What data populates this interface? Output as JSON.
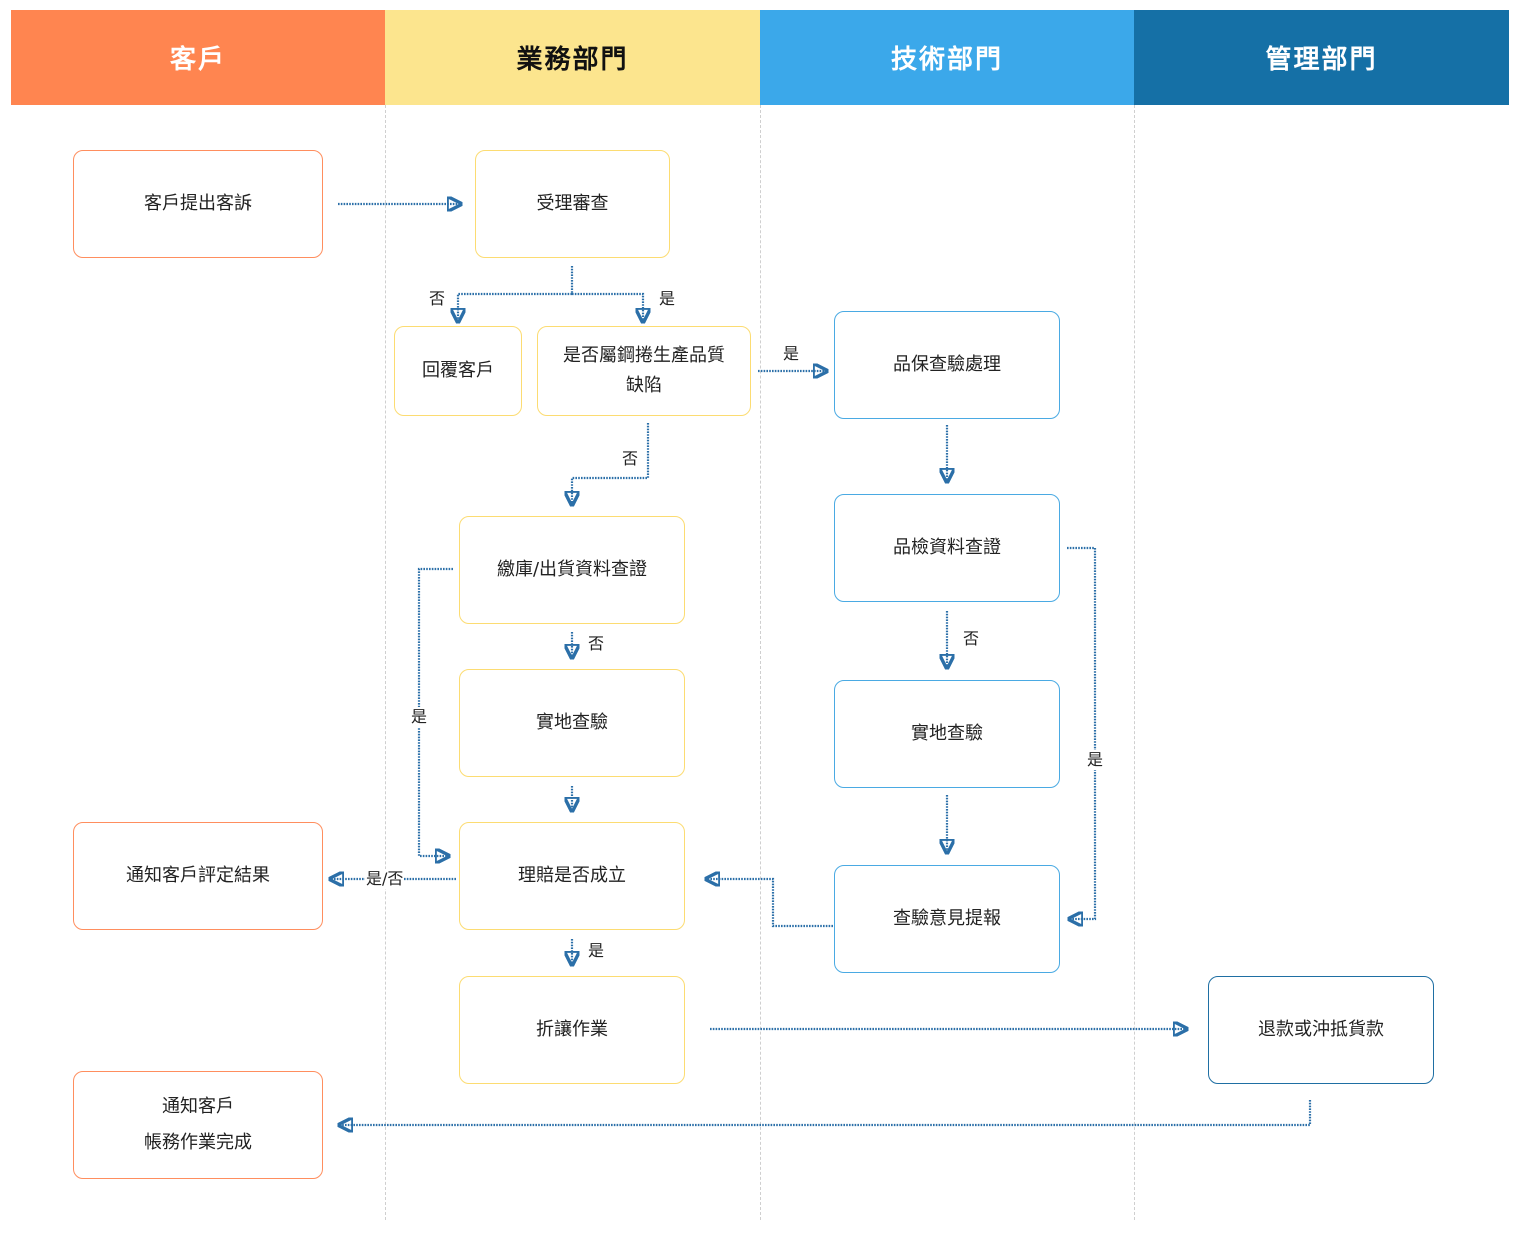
{
  "lanes": {
    "customer": "客戶",
    "business": "業務部門",
    "tech": "技術部門",
    "mgmt": "管理部門"
  },
  "nodes": {
    "complaint": "客戶提出客訴",
    "review": "受理審查",
    "reply": "回覆客戶",
    "defect_line1": "是否屬鋼捲生產品質",
    "defect_line2": "缺陷",
    "qa_process": "品保查驗處理",
    "qc_verify": "品檢資料查證",
    "storage_verify": "繳庫/出貨資料查證",
    "site_biz": "實地查驗",
    "site_tech": "實地查驗",
    "claim_valid": "理賠是否成立",
    "inspection_report": "查驗意見提報",
    "notify_result": "通知客戶評定結果",
    "discount": "折讓作業",
    "refund": "退款或沖抵貨款",
    "notify_done_line1": "通知客戶",
    "notify_done_line2": "帳務作業完成"
  },
  "edge_labels": {
    "review_no": "否",
    "review_yes": "是",
    "defect_yes": "是",
    "defect_no": "否",
    "storage_no": "否",
    "storage_yes": "是",
    "claim_yes_no": "是/否",
    "claim_yes": "是",
    "qc_no": "否",
    "qc_yes": "是"
  },
  "colors": {
    "customer": "#FF8550",
    "business": "#FCE58E",
    "tech": "#3BA8EA",
    "mgmt": "#1570A6",
    "arrow": "#2B6FA8"
  }
}
